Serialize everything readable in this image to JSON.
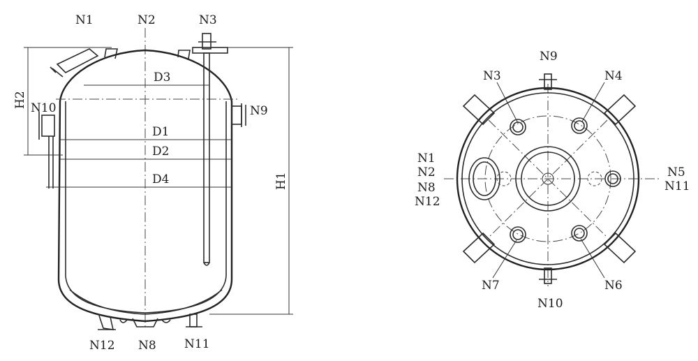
{
  "side_view": {
    "nozzles": {
      "n1": "N1",
      "n2": "N2",
      "n3": "N3",
      "n9": "N9",
      "n10": "N10",
      "n12": "N12",
      "n8": "N8",
      "n11": "N11"
    },
    "dimensions": {
      "d3": "D3",
      "d1": "D1",
      "d2": "D2",
      "d4": "D4",
      "h1": "H1",
      "h2": "H2"
    }
  },
  "top_view": {
    "nozzles": {
      "n9": "N9",
      "n3": "N3",
      "n4": "N4",
      "n5": "N5",
      "n11": "N11",
      "n1": "N1",
      "n2": "N2",
      "n8": "N8",
      "n12": "N12",
      "n7": "N7",
      "n6": "N6",
      "n10": "N10"
    }
  },
  "colors": {
    "line": "#2b2b2b",
    "background": "#ffffff"
  }
}
